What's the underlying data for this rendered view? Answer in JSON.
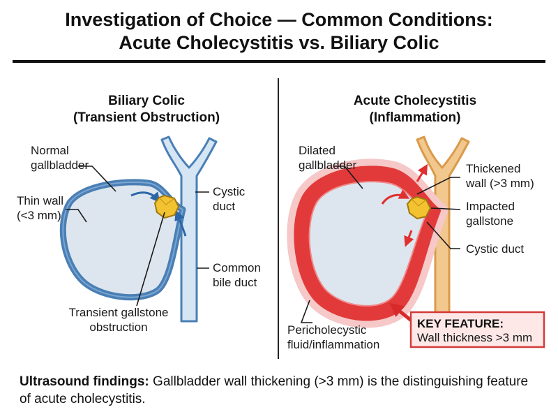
{
  "title": {
    "line1": "Investigation of Choice — Common Conditions:",
    "line2": "Acute Cholecystitis vs. Biliary Colic"
  },
  "left": {
    "heading1": "Biliary Colic",
    "heading2": "(Transient Obstruction)",
    "labels": {
      "normal_gb_1": "Normal",
      "normal_gb_2": "gallbladder",
      "thin_wall_1": "Thin wall",
      "thin_wall_2": "(<3 mm)",
      "cystic_duct_1": "Cystic",
      "cystic_duct_2": "duct",
      "cbd_1": "Common",
      "cbd_2": "bile duct",
      "stone_1": "Transient gallstone",
      "stone_2": "obstruction"
    }
  },
  "right": {
    "heading1": "Acute Cholecystitis",
    "heading2": "(Inflammation)",
    "labels": {
      "dilated_1": "Dilated",
      "dilated_2": "gallbladder",
      "thick_1": "Thickened",
      "thick_2": "wall (>3 mm)",
      "impacted_1": "Impacted",
      "impacted_2": "gallstone",
      "cystic": "Cystic duct",
      "peri_1": "Pericholecystic",
      "peri_2": "fluid/inflammation"
    },
    "key_feature": {
      "title": "KEY FEATURE:",
      "text": "Wall thickness >3 mm"
    }
  },
  "footer": {
    "bold": "Ultrasound findings:",
    "text": " Gallbladder wall thickening (>3 mm) is the distinguishing feature of acute cholecystitis."
  },
  "colors": {
    "normal_wall": "#4a7fb5",
    "lumen": "#dde6ee",
    "duct_fill": "#d5e5f3",
    "inflamed": "#e23a3a",
    "halo": "#f6c8c8",
    "orange_duct": "#f2c88f",
    "orange_stroke": "#d99a4a",
    "stone": "#f2c230",
    "key_box": "#fde7e7",
    "key_border": "#d23a3a"
  }
}
